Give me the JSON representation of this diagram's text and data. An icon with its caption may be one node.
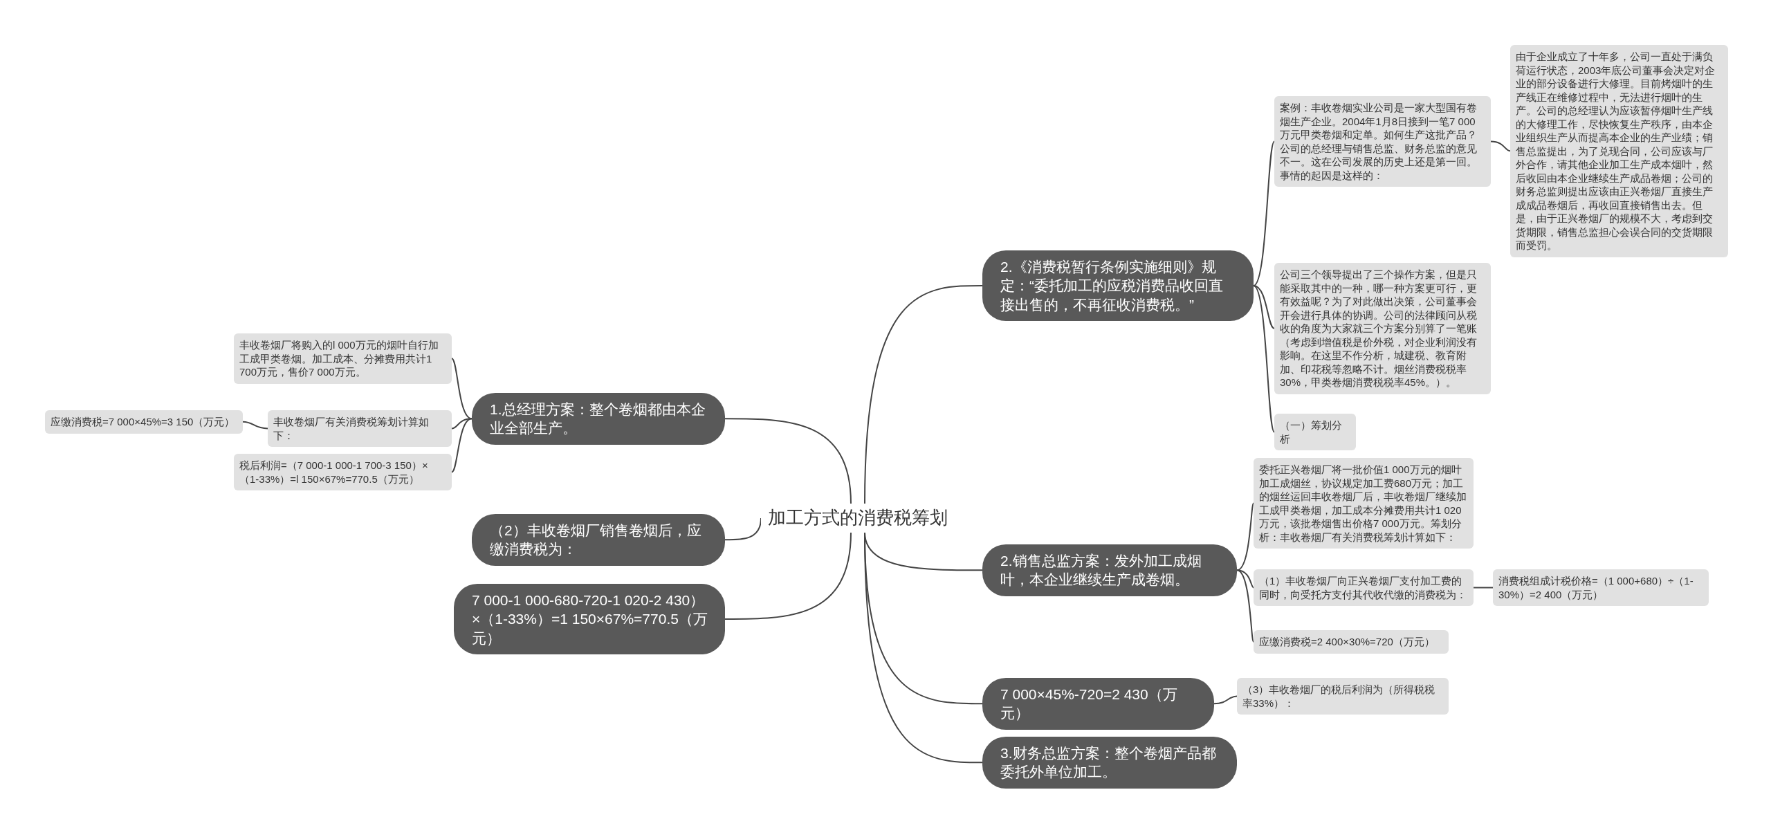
{
  "diagram": {
    "nodes": [
      {
        "text": [
          "加工方式的消费税筹划"
        ]
      },
      {
        "text": [
          "2.《消费税暂行条例实施细则》规定：“委托加工的应税消费品收回直接出售的，不再征收消费税。”"
        ]
      },
      {
        "text": [
          "案例：丰收卷烟实业公司是一家大型国有卷烟生产企业。2004年1月8日接到一笔7 000万元甲类卷烟和定单。如何生产这批产品？公司的总经理与销售总监、财务总监的意见不一。这在公司发展的历史上还是第一回。事情的起因是这样的："
        ]
      },
      {
        "text": [
          "由于企业成立了十年多，公司一直处于满负荷运行状态，2003年底公司董事会决定对企业的部分设备进行大修理。目前烤烟叶的生产线正在维修过程中，无法进行烟叶的生产。公司的总经理认为应该暂停烟叶生产线的大修理工作，尽快恢复生产秩序，由本企业组织生产从而提高本企业的生产业绩；销售总监提出，为了兑现合同，公司应该与厂外合作，请其他企业加工生产成本烟叶，然后收回由本企业继续生产成品卷烟；公司的财务总监则提出应该由正兴卷烟厂直接生产成成品卷烟后，再收回直接销售出去。但是，由于正兴卷烟厂的规模不大，考虑到交货期限，销售总监担心会误合同的交货期限而受罚。"
        ]
      },
      {
        "text": [
          "公司三个领导提出了三个操作方案，但是只能采取其中的一种，哪一种方案更可行，更有效益呢？为了对此做出决策，公司董事会开会进行具体的协调。公司的法律顾问从税收的角度为大家就三个方案分别算了一笔账（考虑到增值税是价外税，对企业利润没有影响。在这里不作分析，城建税、教育附加、印花税等忽略不计。烟丝消费税税率30%，甲类卷烟消费税税率45%。）。"
        ]
      },
      {
        "text": [
          "（一）筹划分析"
        ]
      },
      {
        "text": [
          "2.销售总监方案：发外加工成烟叶，本企业继续生产成卷烟。"
        ]
      },
      {
        "text": [
          "委托正兴卷烟厂将一批价值1 000万元的烟叶加工成烟丝，协议规定加工费680万元；加工的烟丝运回丰收卷烟厂后，丰收卷烟厂继续加工成甲类卷烟，加工成本分摊费用共计1 020万元，该批卷烟售出价格7 000万元。筹划分析：丰收卷烟厂有关消费税筹划计算如下："
        ]
      },
      {
        "text": [
          "（1）丰收卷烟厂向正兴卷烟厂支付加工费的同时，向受托方支付其代收代缴的消费税为："
        ]
      },
      {
        "text": [
          "消费税组成计税价格=（1 000+680）÷（1-30%）=2 400（万元）"
        ]
      },
      {
        "text": [
          "应缴消费税=2 400×30%=720（万元）"
        ]
      },
      {
        "text": [
          "7 000×45%-720=2 430（万元）"
        ]
      },
      {
        "text": [
          "（3）丰收卷烟厂的税后利润为（所得税税率33%）："
        ]
      },
      {
        "text": [
          "3.财务总监方案：整个卷烟产品都委托外单位加工。"
        ]
      },
      {
        "text": [
          "1.总经理方案：整个卷烟都由本企业全部生产。"
        ]
      },
      {
        "text": [
          "丰收卷烟厂将购入的l 000万元的烟叶自行加工成甲类卷烟。加工成本、分摊费用共计1 700万元，售价7 000万元。"
        ]
      },
      {
        "text": [
          "丰收卷烟厂有关消费税筹划计算如下："
        ]
      },
      {
        "text": [
          "应缴消费税=7 000×45%=3 150（万元）"
        ]
      },
      {
        "text": [
          "税后利润=（7 000-1 000-1 700-3 150）×（1-33%）=l 150×67%=770.5（万元）"
        ]
      },
      {
        "text": [
          "（2）丰收卷烟厂销售卷烟后，应缴消费税为："
        ]
      },
      {
        "text": [
          "7 000-1 000-680-720-1 020-2 430）×（1-33%）=1 150×67%=770.5（万元）"
        ]
      }
    ],
    "edges": [
      {
        "from": 0,
        "to": 1,
        "arrow": "none"
      },
      {
        "from": 1,
        "to": 2,
        "arrow": "none"
      },
      {
        "from": 2,
        "to": 3,
        "arrow": "none"
      },
      {
        "from": 1,
        "to": 4,
        "arrow": "none"
      },
      {
        "from": 1,
        "to": 5,
        "arrow": "none"
      },
      {
        "from": 0,
        "to": 6,
        "arrow": "none"
      },
      {
        "from": 6,
        "to": 7,
        "arrow": "none"
      },
      {
        "from": 6,
        "to": 8,
        "arrow": "none"
      },
      {
        "from": 8,
        "to": 9,
        "arrow": "none"
      },
      {
        "from": 6,
        "to": 10,
        "arrow": "none"
      },
      {
        "from": 0,
        "to": 11,
        "arrow": "none"
      },
      {
        "from": 11,
        "to": 12,
        "arrow": "none"
      },
      {
        "from": 0,
        "to": 13,
        "arrow": "none"
      },
      {
        "from": 0,
        "to": 14,
        "arrow": "none"
      },
      {
        "from": 14,
        "to": 15,
        "arrow": "none"
      },
      {
        "from": 14,
        "to": 16,
        "arrow": "none"
      },
      {
        "from": 16,
        "to": 17,
        "arrow": "none"
      },
      {
        "from": 14,
        "to": 18,
        "arrow": "none"
      },
      {
        "from": 0,
        "to": 19,
        "arrow": "none"
      },
      {
        "from": 0,
        "to": 20,
        "arrow": "none"
      }
    ]
  }
}
